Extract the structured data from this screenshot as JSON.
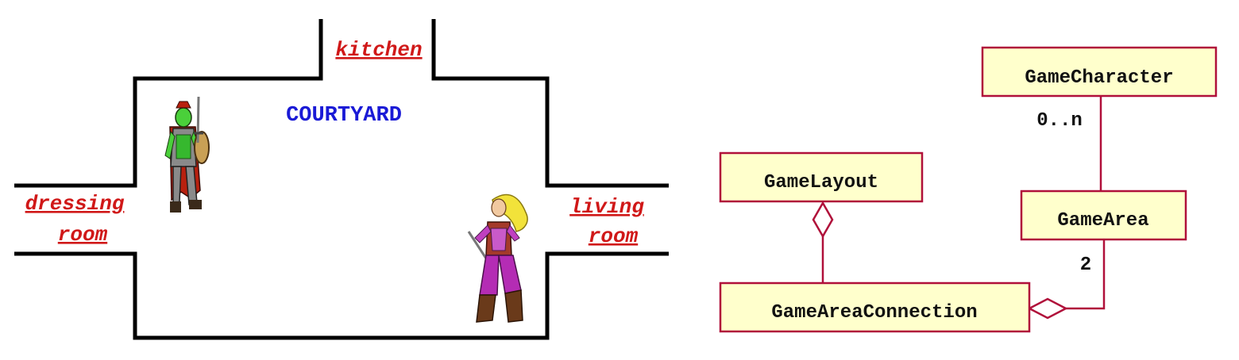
{
  "room_map": {
    "room_name": "COURTYARD",
    "doors": {
      "top": "kitchen",
      "left_line1": "dressing",
      "left_line2": "room",
      "right_line1": "living",
      "right_line2": "room"
    },
    "characters": [
      "orc-warrior",
      "female-swordfighter"
    ]
  },
  "class_diagram": {
    "classes": {
      "character": "GameCharacter",
      "area": "GameArea",
      "layout": "GameLayout",
      "connection": "GameAreaConnection"
    },
    "multiplicities": {
      "character_to_area": "0..n",
      "area_to_connection": "2"
    }
  },
  "colors": {
    "room_title": "#1a1ad6",
    "door_label": "#d01818",
    "class_fill": "#ffffcc",
    "class_border": "#b0103a"
  }
}
